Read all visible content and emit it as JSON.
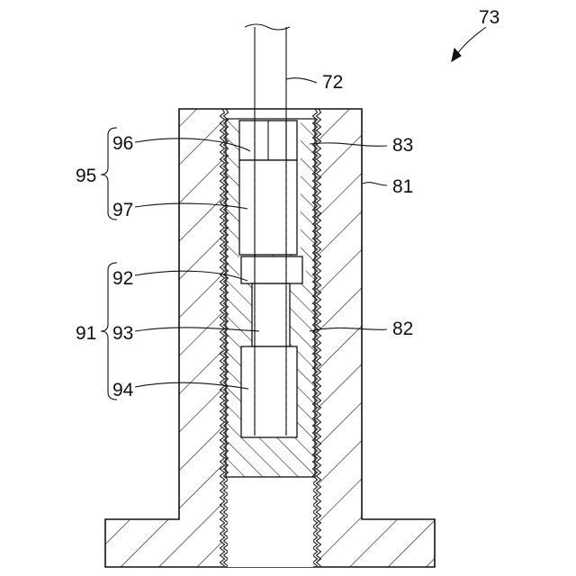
{
  "figure": {
    "labels": {
      "l73": "73",
      "l72": "72",
      "l96": "96",
      "l83": "83",
      "l95": "95",
      "l81": "81",
      "l97": "97",
      "l92": "92",
      "l91": "91",
      "l93": "93",
      "l82": "82",
      "l94": "94"
    }
  },
  "colors": {
    "line": "#111111",
    "background": "#ffffff"
  }
}
